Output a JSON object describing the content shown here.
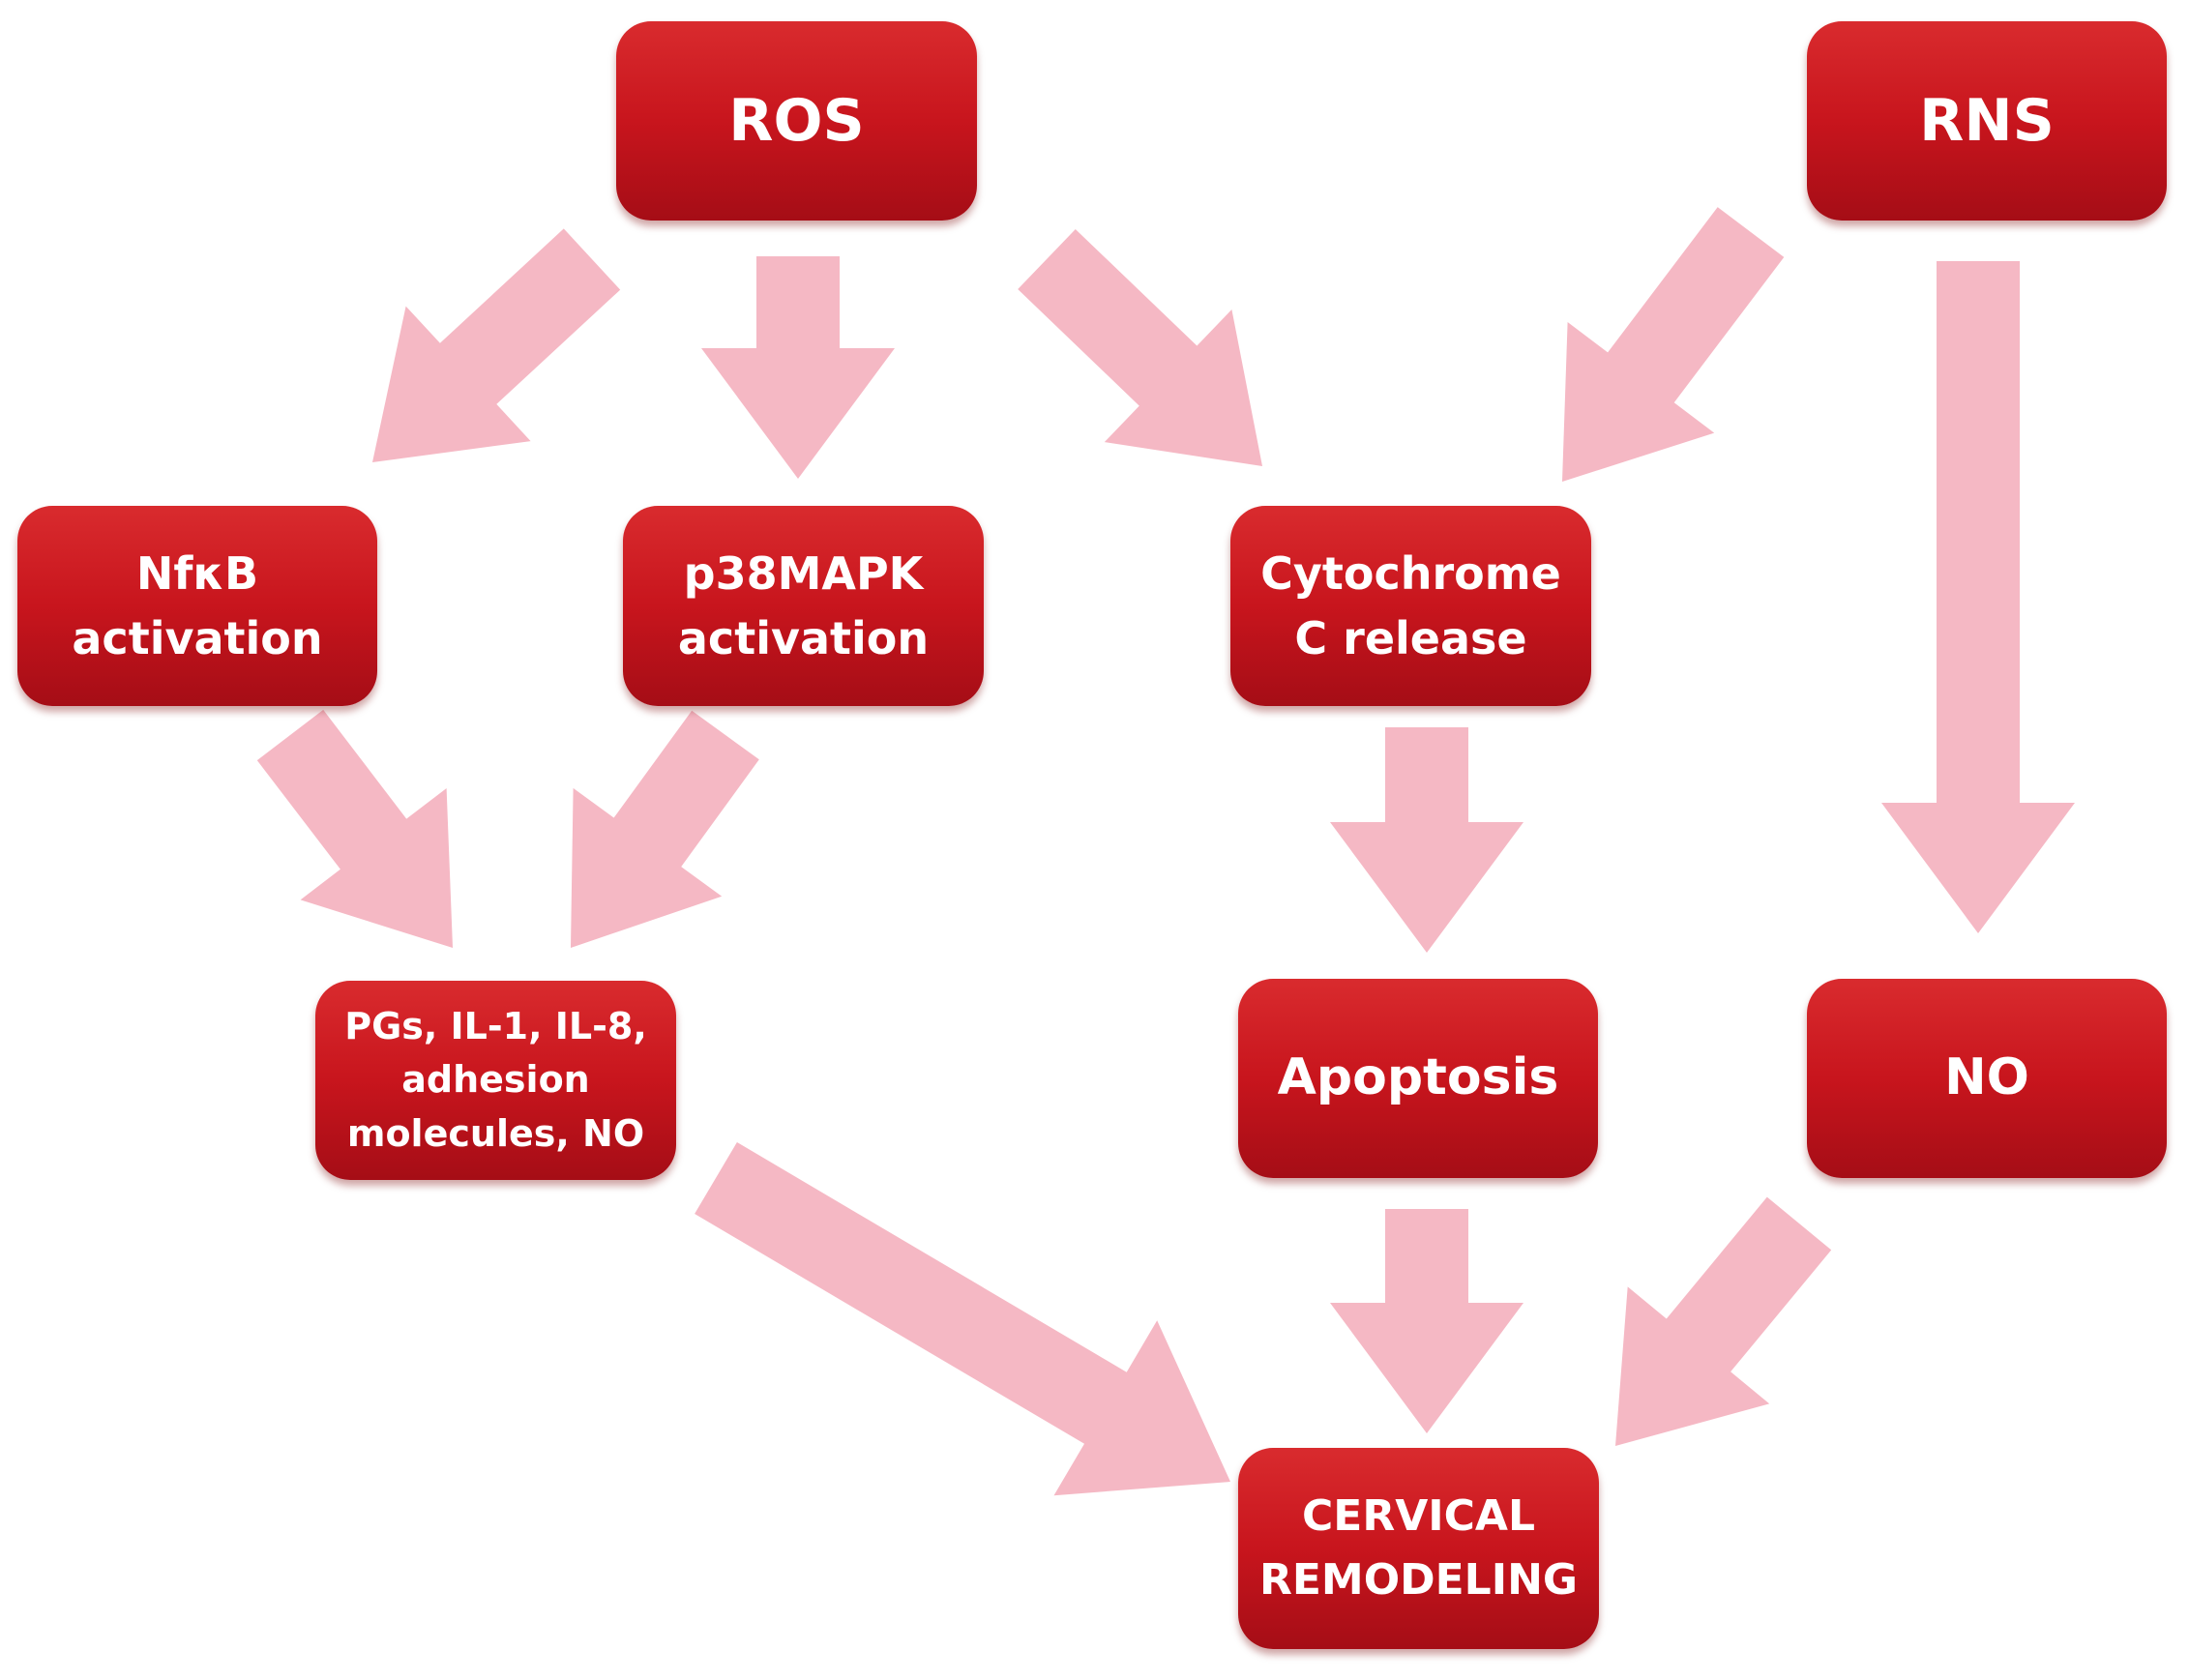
{
  "diagram": {
    "colors": {
      "box_top": "#d92b2e",
      "box_bottom": "#a50d16",
      "text": "#ffffff",
      "arrow": "#f5b8c4"
    },
    "nodes": {
      "ros": {
        "label": "ROS"
      },
      "rns": {
        "label": "RNS"
      },
      "nfkb": {
        "line1": "NfκB",
        "line2": "activation"
      },
      "p38": {
        "line1": "p38MAPK",
        "line2": "activation"
      },
      "cyto": {
        "line1": "Cytochrome",
        "line2": "C release"
      },
      "pgs": {
        "line1": "PGs, IL-1, IL-8,",
        "line2": "adhesion",
        "line3": "molecules, NO"
      },
      "apop": {
        "label": "Apoptosis"
      },
      "no": {
        "label": "NO"
      },
      "remod": {
        "line1": "CERVICAL",
        "line2": "REMODELING"
      }
    },
    "edges": [
      {
        "from": "ROS",
        "to": "NfκB activation"
      },
      {
        "from": "ROS",
        "to": "p38MAPK activation"
      },
      {
        "from": "ROS",
        "to": "Cytochrome C release"
      },
      {
        "from": "RNS",
        "to": "Cytochrome C release"
      },
      {
        "from": "RNS",
        "to": "NO"
      },
      {
        "from": "NfκB activation",
        "to": "PGs, IL-1, IL-8, adhesion molecules, NO"
      },
      {
        "from": "p38MAPK activation",
        "to": "PGs, IL-1, IL-8, adhesion molecules, NO"
      },
      {
        "from": "Cytochrome C release",
        "to": "Apoptosis"
      },
      {
        "from": "PGs, IL-1, IL-8, adhesion molecules, NO",
        "to": "CERVICAL REMODELING"
      },
      {
        "from": "Apoptosis",
        "to": "CERVICAL REMODELING"
      },
      {
        "from": "NO",
        "to": "CERVICAL REMODELING"
      }
    ]
  }
}
